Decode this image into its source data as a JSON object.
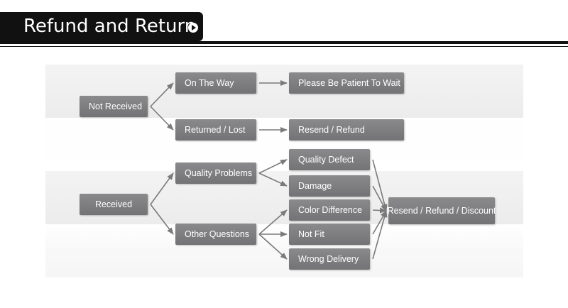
{
  "header": {
    "title": "Refund and Return",
    "icon": "play-circle-icon"
  },
  "colors": {
    "node": "#7e7e80",
    "arrow": "#7a7a7a",
    "header_bg": "#111111"
  },
  "nodes": {
    "not_received": "Not Received",
    "on_the_way": "On The Way",
    "patient_wait": "Please Be Patient To Wait",
    "returned_lost": "Returned / Lost",
    "resend_refund": "Resend / Refund",
    "received": "Received",
    "quality_problems": "Quality Problems",
    "quality_defect": "Quality Defect",
    "damage": "Damage",
    "other_questions": "Other Questions",
    "color_difference": "Color Difference",
    "not_fit": "Not Fit",
    "wrong_delivery": "Wrong Delivery",
    "resend_refund_discount": "Resend / Refund / Discount"
  },
  "edges": [
    [
      "not_received",
      "on_the_way"
    ],
    [
      "not_received",
      "returned_lost"
    ],
    [
      "on_the_way",
      "patient_wait"
    ],
    [
      "returned_lost",
      "resend_refund"
    ],
    [
      "received",
      "quality_problems"
    ],
    [
      "received",
      "other_questions"
    ],
    [
      "quality_problems",
      "quality_defect"
    ],
    [
      "quality_problems",
      "damage"
    ],
    [
      "other_questions",
      "color_difference"
    ],
    [
      "other_questions",
      "not_fit"
    ],
    [
      "other_questions",
      "wrong_delivery"
    ],
    [
      "quality_defect",
      "resend_refund_discount"
    ],
    [
      "damage",
      "resend_refund_discount"
    ],
    [
      "color_difference",
      "resend_refund_discount"
    ],
    [
      "not_fit",
      "resend_refund_discount"
    ],
    [
      "wrong_delivery",
      "resend_refund_discount"
    ]
  ]
}
